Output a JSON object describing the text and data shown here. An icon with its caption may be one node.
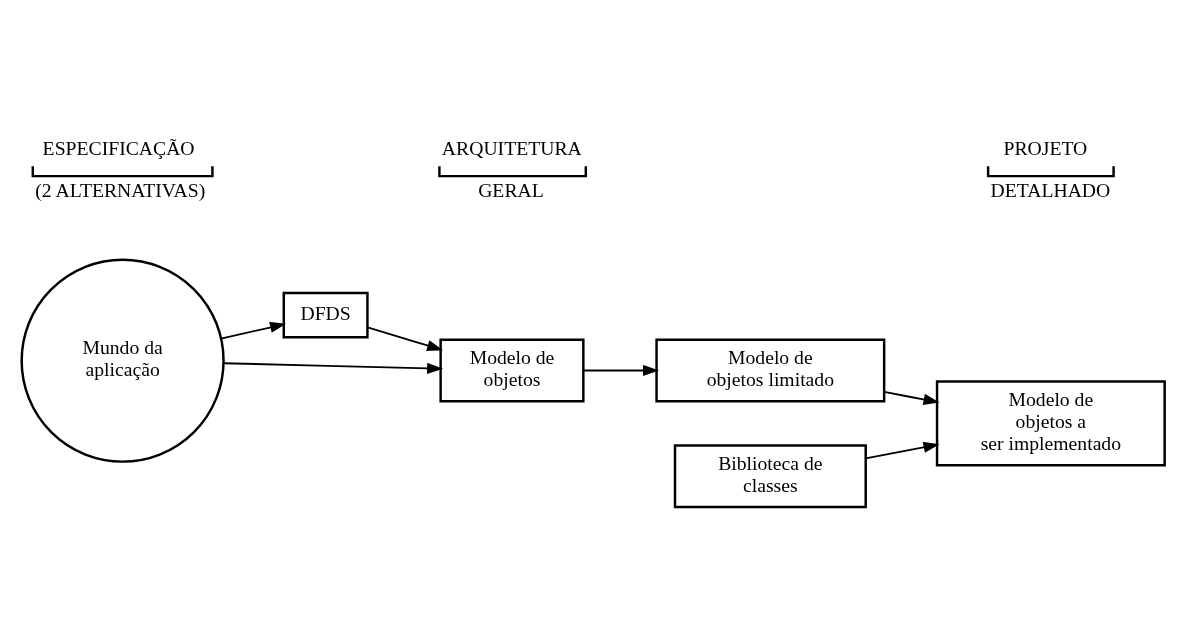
{
  "diagram": {
    "nodes": [
      {
        "text": [
          "Mundo da aplicação"
        ]
      },
      {
        "text": [
          "DFDS"
        ]
      },
      {
        "text": [
          "Modelo de objetos"
        ]
      },
      {
        "text": [
          "Modelo de objetos limitado"
        ]
      },
      {
        "text": [
          "Biblioteca de classes"
        ]
      },
      {
        "text": [
          "Modelo de objetos a ser implementado"
        ]
      }
    ],
    "edges": [
      {
        "from": 0,
        "to": 1,
        "arrow": "to"
      },
      {
        "from": 0,
        "to": 2,
        "arrow": "to"
      },
      {
        "from": 1,
        "to": 2,
        "arrow": "to"
      },
      {
        "from": 2,
        "to": 3,
        "arrow": "to"
      },
      {
        "from": 3,
        "to": 5,
        "arrow": "to"
      },
      {
        "from": 4,
        "to": 5,
        "arrow": "to"
      }
    ],
    "labels": [
      "ESPECIFICAÇÃO",
      "(2 ALTERNATIVAS)",
      "ARQUITETURA",
      "GERAL",
      "PROJETO",
      "DETALHADO"
    ]
  }
}
